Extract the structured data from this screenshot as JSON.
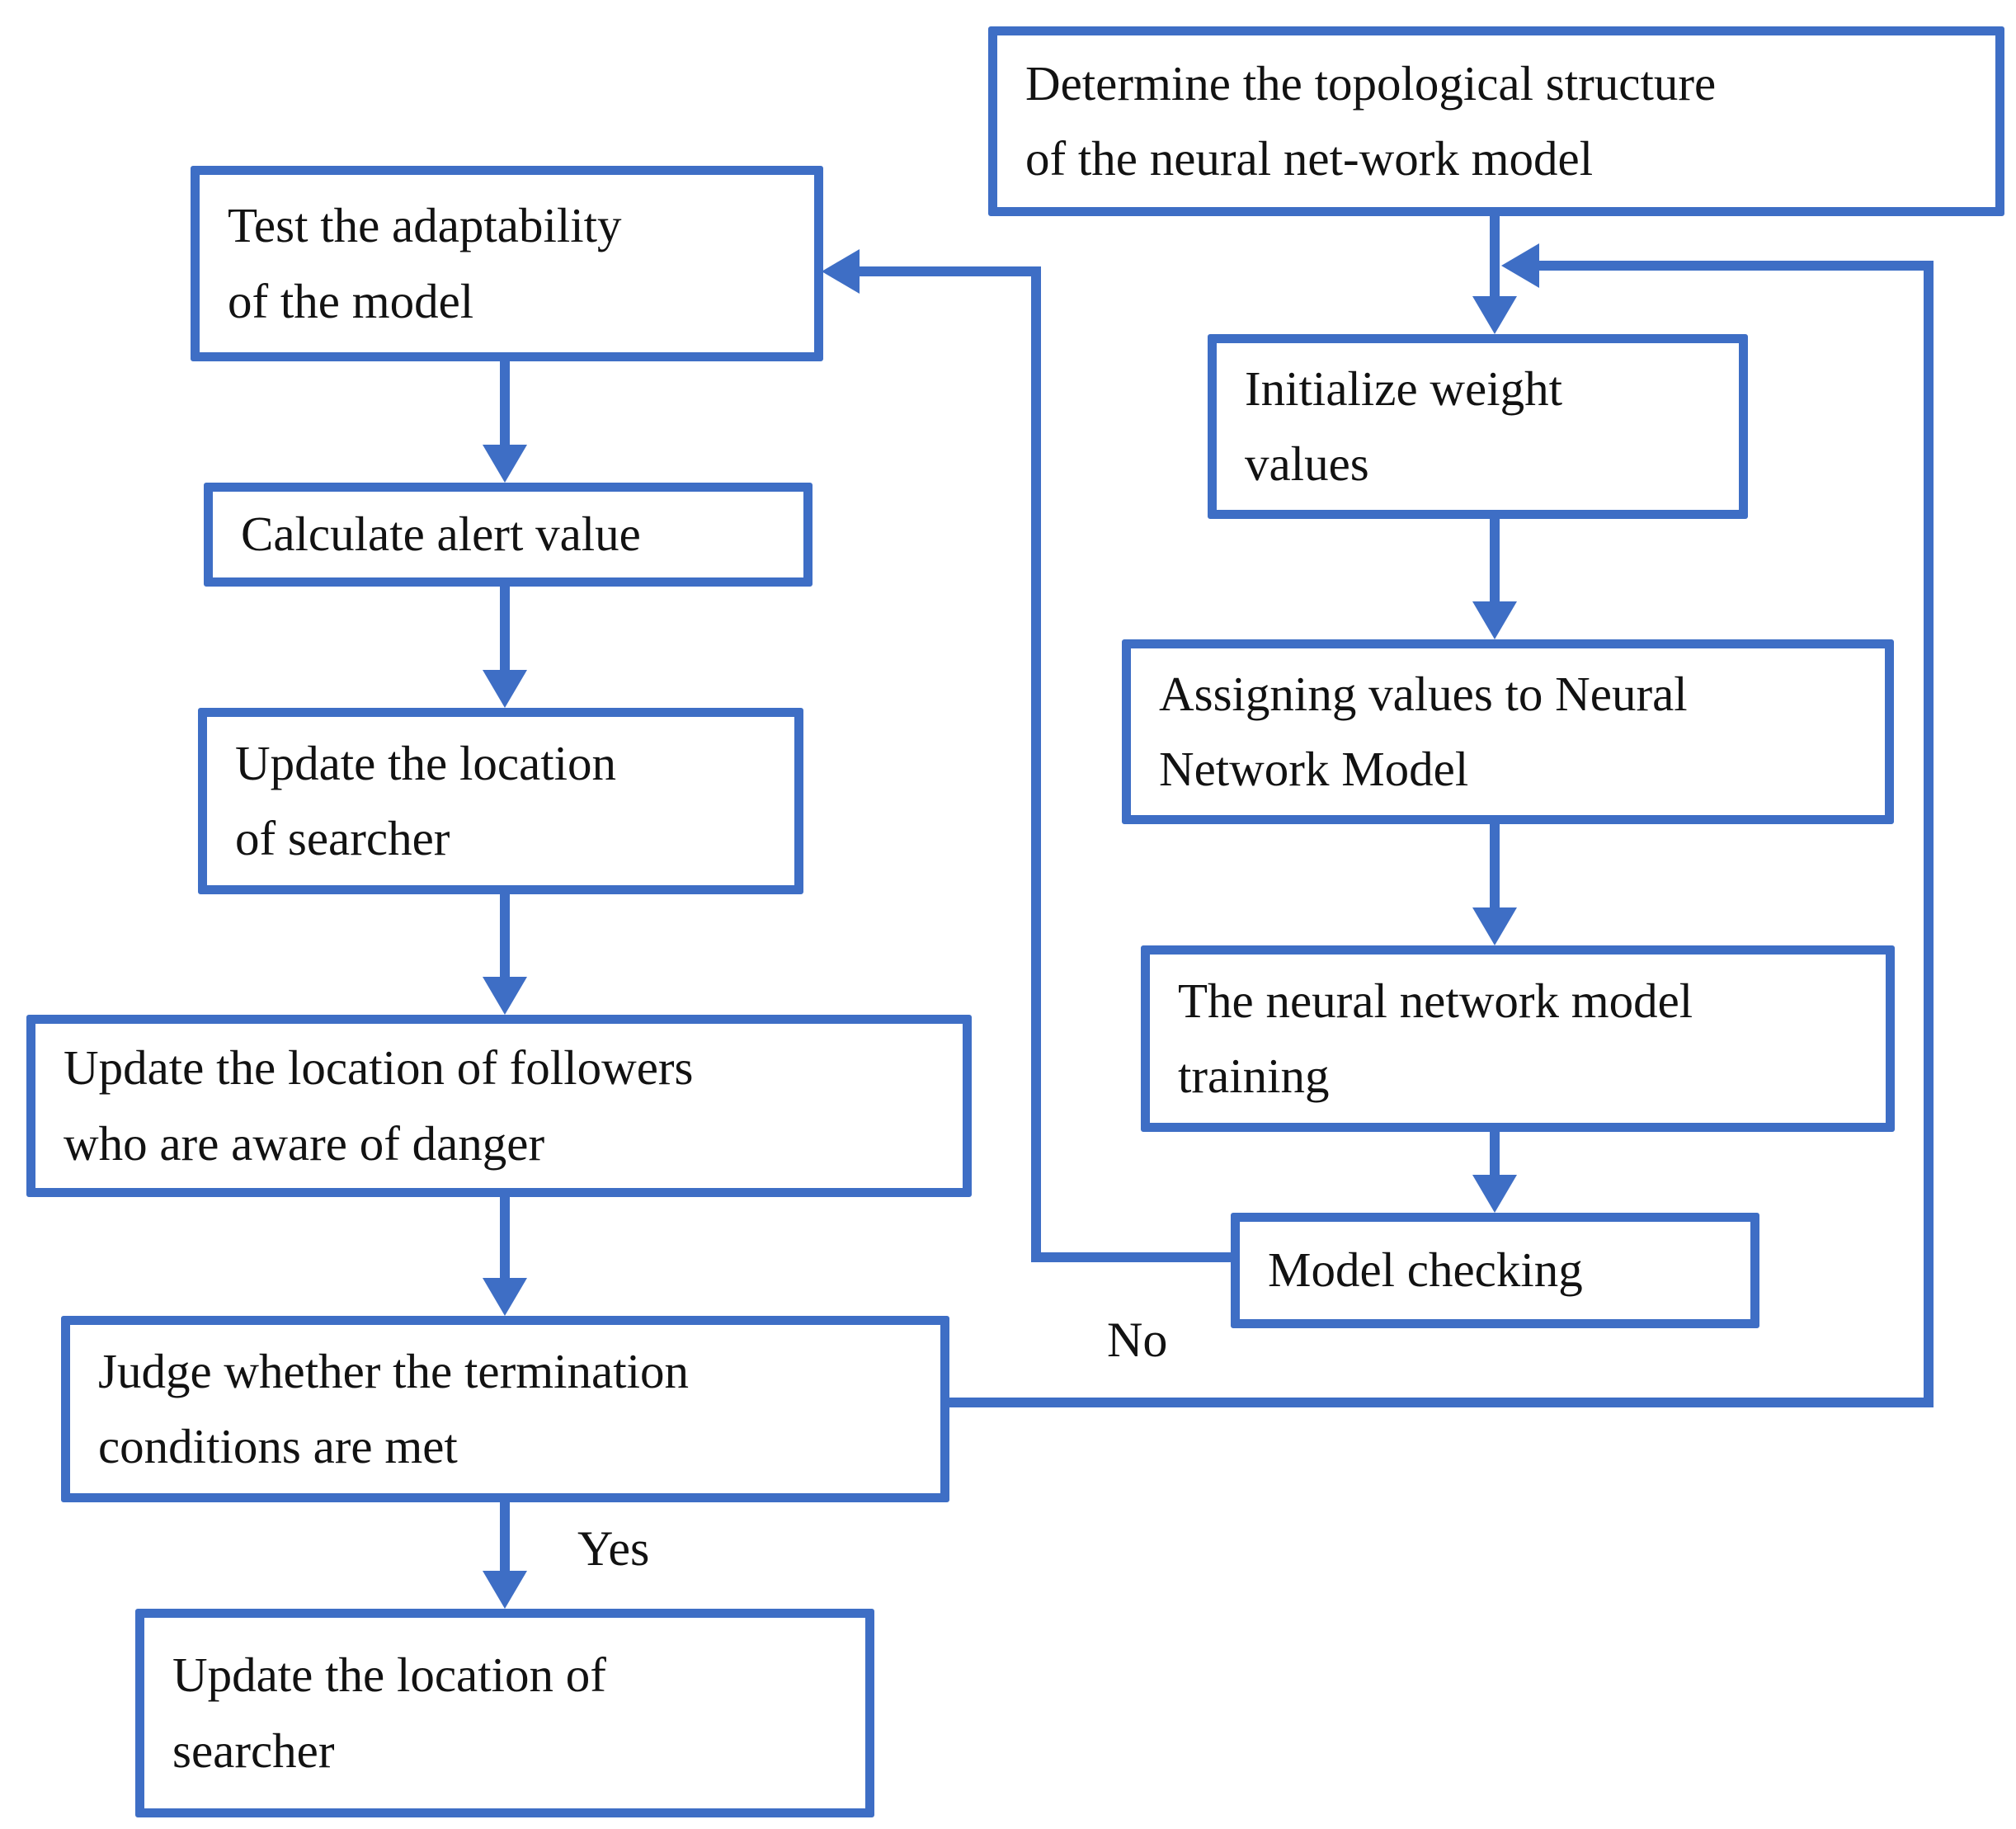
{
  "diagram": {
    "type": "flowchart",
    "accent_color": "#3E6EC5",
    "text_color": "#121212",
    "background_color": "#ffffff"
  },
  "nodes": {
    "determine": [
      "Determine the topological structure",
      "of the neural net-work model"
    ],
    "initialize": [
      "Initialize weight",
      "values"
    ],
    "assigning": [
      "Assigning values to Neural",
      "Network Model"
    ],
    "training": [
      "The neural network model",
      "training"
    ],
    "model_checking": [
      "Model checking"
    ],
    "test": [
      "Test the adaptability",
      "of the model"
    ],
    "calculate": [
      "Calculate alert value"
    ],
    "update_searcher": [
      "Update the location",
      "of searcher"
    ],
    "followers": [
      "Update the location of followers",
      "who are aware of danger"
    ],
    "judge": [
      "Judge whether the termination",
      "conditions are met"
    ],
    "update_searcher_final": [
      "Update the location of",
      "searcher"
    ]
  },
  "labels": {
    "yes": "Yes",
    "no": "No"
  }
}
